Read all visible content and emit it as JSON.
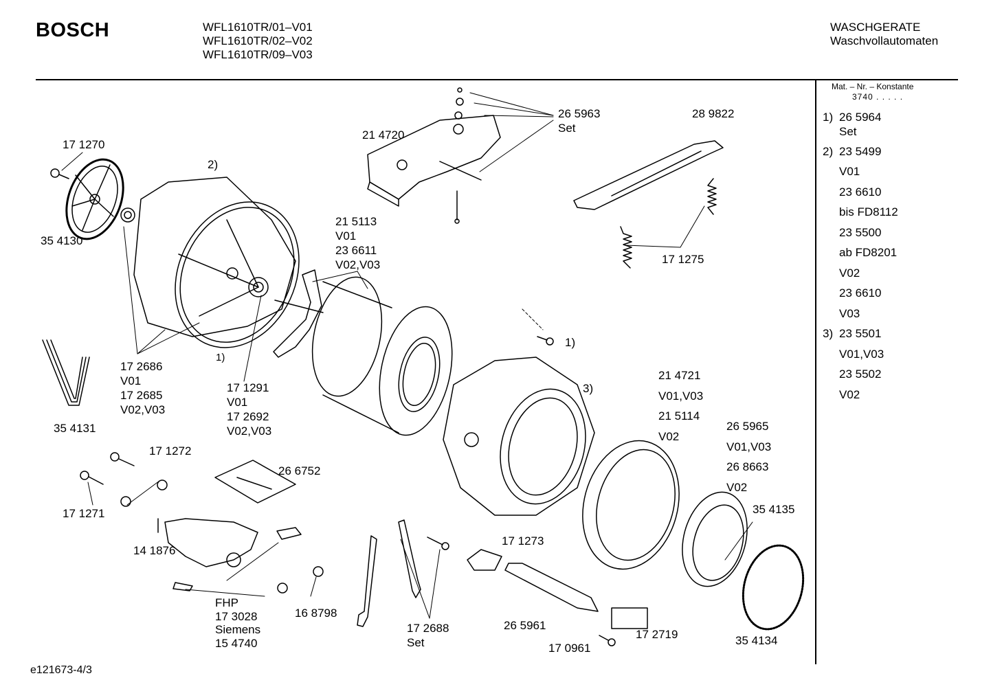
{
  "header": {
    "brand": "BOSCH",
    "models": [
      "WFL1610TR/01–V01",
      "WFL1610TR/02–V02",
      "WFL1610TR/09–V03"
    ],
    "category": [
      "WASCHGERATE",
      "Waschvollautomaten"
    ]
  },
  "sidebar": {
    "konstante_label": "Mat. – Nr. – Konstante",
    "konstante_value": "3740 . . . . .",
    "items": [
      {
        "num": "1)",
        "text": "26 5964"
      },
      {
        "num": "",
        "text": "Set"
      },
      {
        "num": "2)",
        "text": "23 5499"
      },
      {
        "num": "",
        "text": "V01"
      },
      {
        "num": "",
        "text": "23 6610"
      },
      {
        "num": "",
        "text": "bis FD8112"
      },
      {
        "num": "",
        "text": "23 5500"
      },
      {
        "num": "",
        "text": "ab FD8201"
      },
      {
        "num": "",
        "text": "V02"
      },
      {
        "num": "",
        "text": "23 6610"
      },
      {
        "num": "",
        "text": "V03"
      },
      {
        "num": "3)",
        "text": "23 5501"
      },
      {
        "num": "",
        "text": "V01,V03"
      },
      {
        "num": "",
        "text": "23 5502"
      },
      {
        "num": "",
        "text": "V02"
      }
    ]
  },
  "labels": {
    "l171270": [
      "17 1270"
    ],
    "l354130": [
      "35 4130"
    ],
    "l2": [
      "2)"
    ],
    "l1a": [
      "1)"
    ],
    "l1b": [
      "1)"
    ],
    "l3": [
      "3)"
    ],
    "l214720": [
      "21 4720"
    ],
    "l265963": [
      "26 5963",
      "Set"
    ],
    "l289822": [
      "28 9822"
    ],
    "l171275": [
      "17 1275"
    ],
    "l215113": [
      "21  5113",
      "V01",
      "23 6611",
      "V02,V03"
    ],
    "l172686": [
      "17 2686",
      "V01",
      "17 2685",
      "V02,V03"
    ],
    "l171291": [
      "17 1291",
      "V01",
      "17 2692",
      "V02,V03"
    ],
    "l354131": [
      "35 4131"
    ],
    "l171272": [
      "17 1272"
    ],
    "l171271": [
      "17 1271"
    ],
    "l266752": [
      "26 6752"
    ],
    "l141876": [
      "14 1876"
    ],
    "lFHP": [
      "FHP",
      "17 3028",
      "Siemens",
      "15 4740"
    ],
    "l168798": [
      "16 8798"
    ],
    "l172688": [
      "17 2688",
      "Set"
    ],
    "l171273": [
      "17 1273"
    ],
    "l265961": [
      "26 5961"
    ],
    "l170961": [
      "17 0961"
    ],
    "l172719": [
      "17 2719"
    ],
    "l214721": [
      "21 4721",
      "V01,V03",
      "21 5114",
      "V02"
    ],
    "l265965": [
      "26 5965",
      "V01,V03",
      "26 8663",
      "V02"
    ],
    "l354135": [
      "35 4135"
    ],
    "l354134": [
      "35 4134"
    ]
  },
  "footer": {
    "code": "e121673-4/3"
  }
}
